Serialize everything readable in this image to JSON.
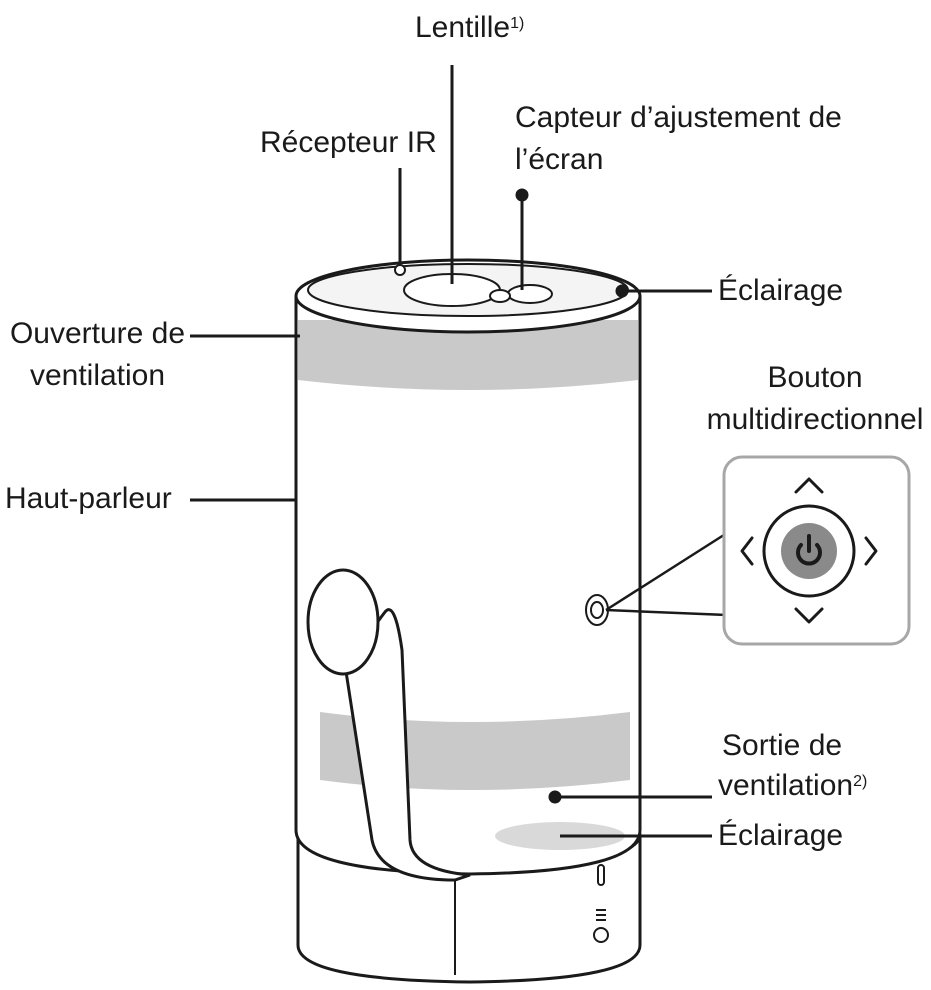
{
  "labels": {
    "lens": "Lentille",
    "lens_note": "1)",
    "ir_receiver": "Récepteur IR",
    "screen_sensor_line1": "Capteur d’ajustement de",
    "screen_sensor_line2": "l’écran",
    "lighting_top": "Éclairage",
    "vent_opening_line1": "Ouverture de",
    "vent_opening_line2": "ventilation",
    "button_line1": "Bouton",
    "button_line2": "multidirectionnel",
    "speaker": "Haut-parleur",
    "vent_outlet_line1": "Sortie de",
    "vent_outlet_line2": "ventilation",
    "vent_outlet_note": "2)",
    "lighting_bottom": "Éclairage"
  },
  "icons": {
    "power": "power-icon",
    "up": "chevron-up-icon",
    "down": "chevron-down-icon",
    "left": "chevron-left-icon",
    "right": "chevron-right-icon"
  },
  "colors": {
    "line": "#1a1a1a",
    "band": "#c9c9c9",
    "power_button": "#8a8a8a",
    "inset_border": "#a7a7a7"
  }
}
